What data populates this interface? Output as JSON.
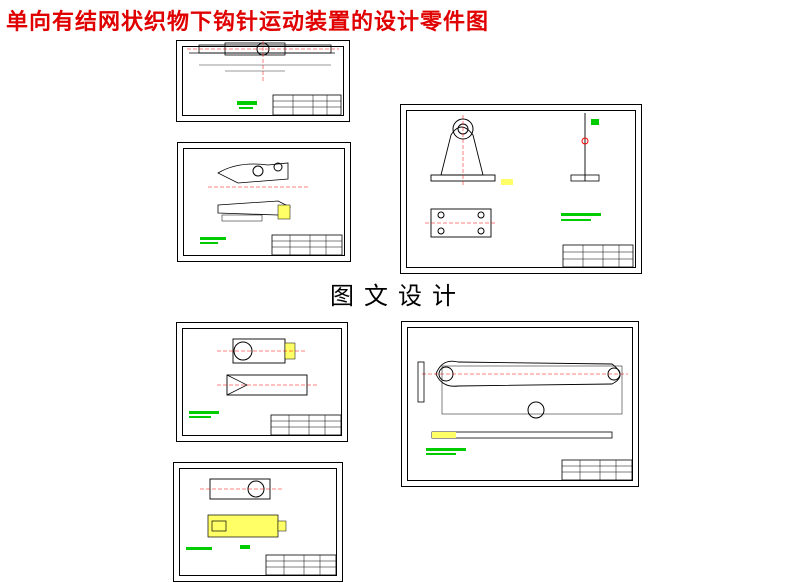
{
  "header": {
    "title": "单向有结网状织物下钩针运动装置的设计零件图"
  },
  "center_label": "图文设计",
  "colors": {
    "title": "#e00000",
    "outline": "#000000",
    "centerline": "#ff0000",
    "note": "#00cc00",
    "highlight": "#ffff66"
  },
  "sheets": [
    {
      "id": "shaft-drawing"
    },
    {
      "id": "linkage-assembly-drawing"
    },
    {
      "id": "bearing-bracket-drawing"
    },
    {
      "id": "hook-block-drawing"
    },
    {
      "id": "lever-arm-drawing"
    },
    {
      "id": "crank-plate-drawing"
    }
  ]
}
